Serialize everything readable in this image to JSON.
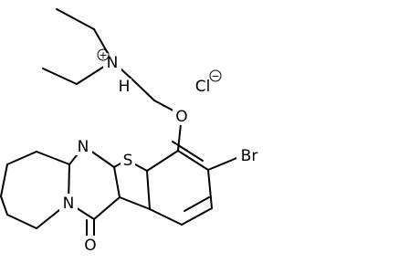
{
  "molecule": {
    "atoms": {
      "n_ammonium": "N",
      "h_ammonium": "H",
      "ammonium_charge": "+",
      "chloride": "Cl",
      "chloride_charge": "−",
      "oxygen_ether": "O",
      "bromine": "Br",
      "sulfur": "S",
      "n_pyrimidine": "N",
      "n_azepine": "N",
      "oxygen_carbonyl": "O"
    }
  }
}
